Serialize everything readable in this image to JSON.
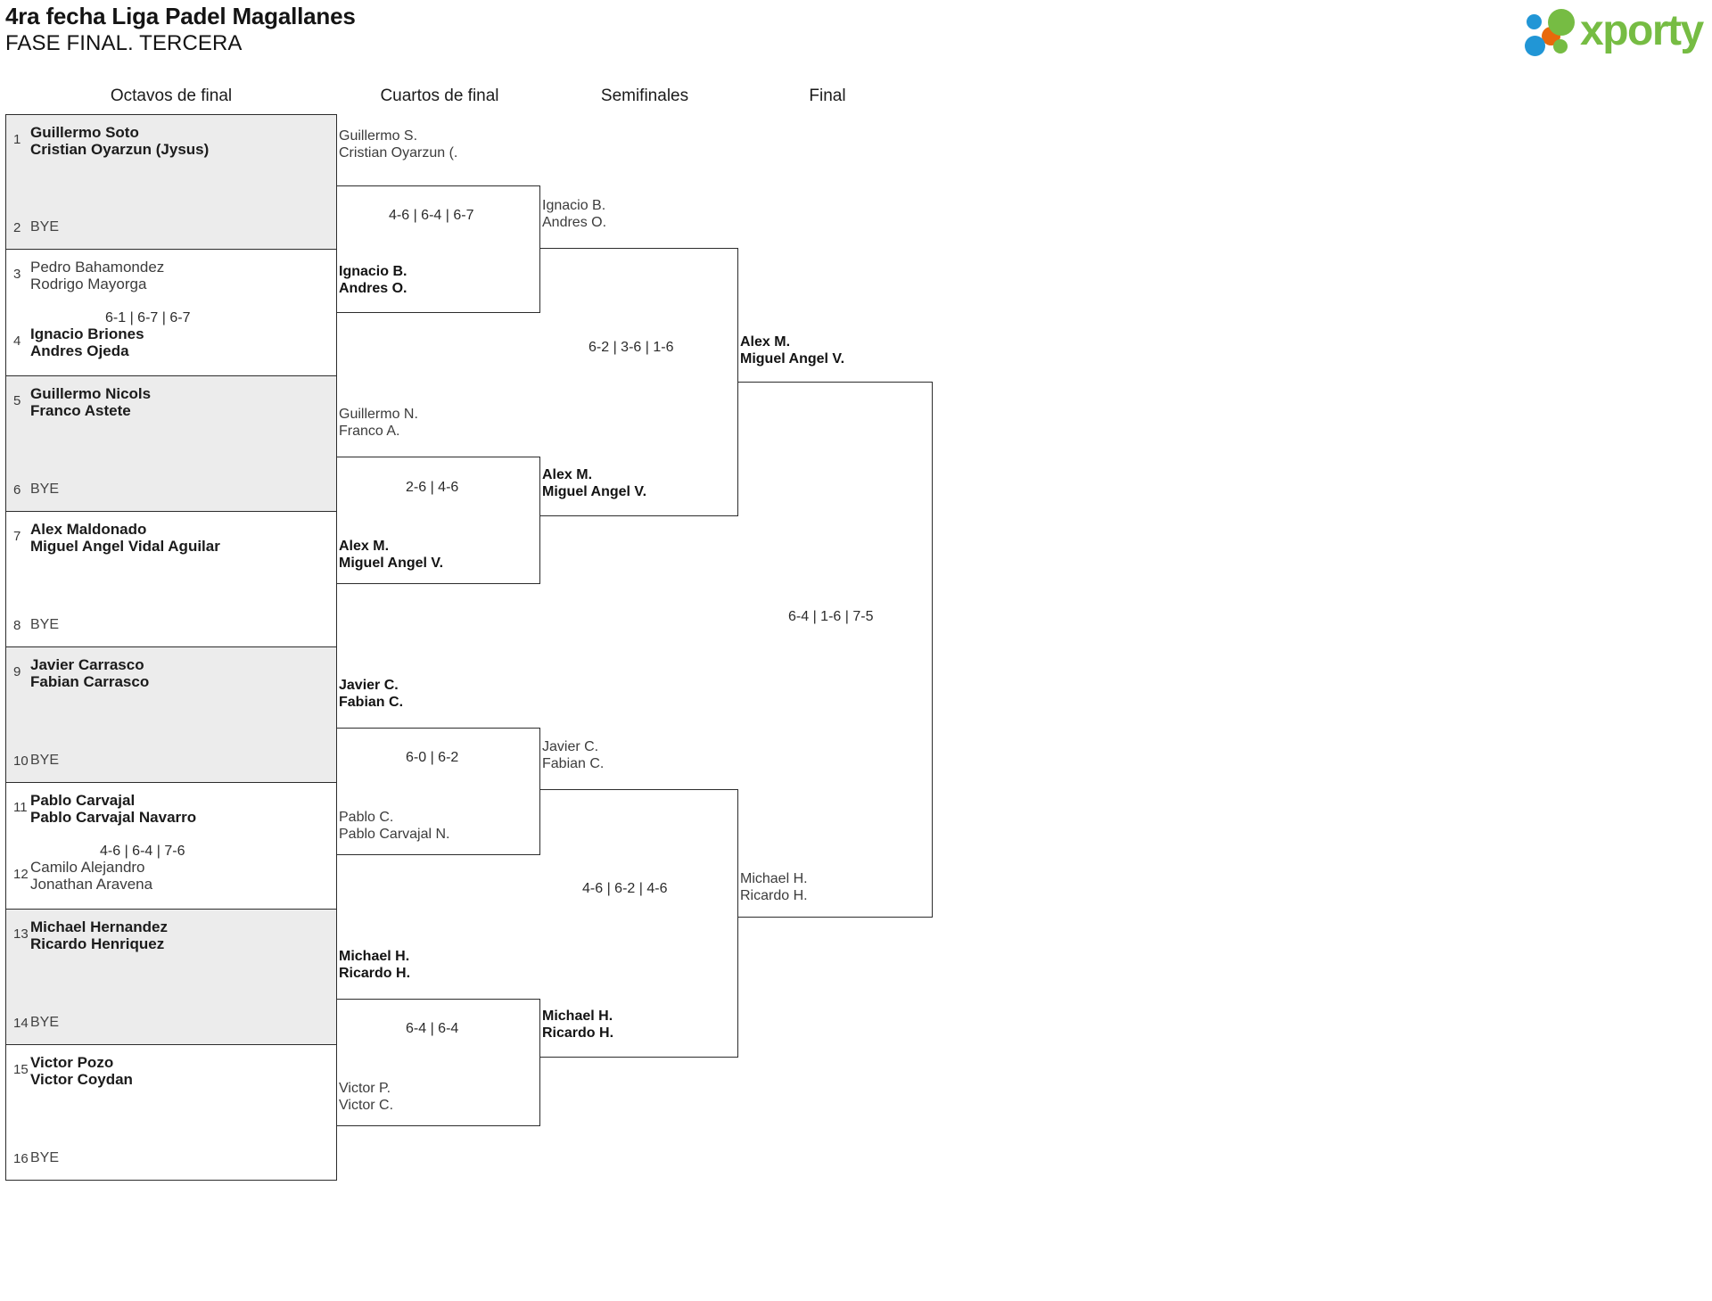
{
  "header": {
    "title_line1": "4ra fecha Liga Padel Magallanes",
    "title_line2": "FASE FINAL. TERCERA",
    "logo_text": "xporty",
    "logo_colors": {
      "green": "#76bc43",
      "orange": "#e8690b",
      "blue": "#2196d6"
    }
  },
  "rounds": [
    {
      "label": "Octavos de final"
    },
    {
      "label": "Cuartos de final"
    },
    {
      "label": "Semifinales"
    },
    {
      "label": "Final"
    }
  ],
  "bye_label": "BYE",
  "round1": {
    "seeds": [
      {
        "no": "1",
        "line1": "Guillermo Soto",
        "line2": "Cristian Oyarzun (Jysus)",
        "bye": false,
        "winner": true
      },
      {
        "no": "2",
        "line1": "BYE",
        "line2": "",
        "bye": true,
        "winner": false
      },
      {
        "no": "3",
        "line1": "Pedro Bahamondez",
        "line2": "Rodrigo Mayorga",
        "bye": false,
        "winner": false
      },
      {
        "no": "4",
        "line1": "Ignacio Briones",
        "line2": "Andres Ojeda",
        "bye": false,
        "winner": true
      },
      {
        "no": "5",
        "line1": "Guillermo Nicols",
        "line2": "Franco Astete",
        "bye": false,
        "winner": true
      },
      {
        "no": "6",
        "line1": "BYE",
        "line2": "",
        "bye": true,
        "winner": false
      },
      {
        "no": "7",
        "line1": "Alex Maldonado",
        "line2": "Miguel Angel Vidal Aguilar",
        "bye": false,
        "winner": true
      },
      {
        "no": "8",
        "line1": "BYE",
        "line2": "",
        "bye": true,
        "winner": false
      },
      {
        "no": "9",
        "line1": "Javier Carrasco",
        "line2": "Fabian Carrasco",
        "bye": false,
        "winner": true
      },
      {
        "no": "10",
        "line1": "BYE",
        "line2": "",
        "bye": true,
        "winner": false
      },
      {
        "no": "11",
        "line1": "Pablo Carvajal",
        "line2": "Pablo Carvajal Navarro",
        "bye": false,
        "winner": true
      },
      {
        "no": "12",
        "line1": "Camilo Alejandro",
        "line2": "Jonathan Aravena",
        "bye": false,
        "winner": false
      },
      {
        "no": "13",
        "line1": "Michael Hernandez",
        "line2": "Ricardo Henriquez",
        "bye": false,
        "winner": true
      },
      {
        "no": "14",
        "line1": "BYE",
        "line2": "",
        "bye": true,
        "winner": false
      },
      {
        "no": "15",
        "line1": "Victor Pozo",
        "line2": "Victor Coydan",
        "bye": false,
        "winner": true
      },
      {
        "no": "16",
        "line1": "BYE",
        "line2": "",
        "bye": true,
        "winner": false
      }
    ],
    "scores": [
      {
        "id": "m2",
        "text": "6-1 | 6-7 | 6-7"
      },
      {
        "id": "m6",
        "text": "4-6 | 6-4 | 7-6"
      }
    ]
  },
  "round2": {
    "matches": [
      {
        "top": {
          "line1": "Guillermo S.",
          "line2": "Cristian Oyarzun (.",
          "winner": false
        },
        "bottom": {
          "line1": "Ignacio B.",
          "line2": "Andres O.",
          "winner": true
        },
        "score": "4-6 | 6-4 | 6-7"
      },
      {
        "top": {
          "line1": "Guillermo N.",
          "line2": "Franco A.",
          "winner": false
        },
        "bottom": {
          "line1": "Alex M.",
          "line2": "Miguel Angel V.",
          "winner": true
        },
        "score": "2-6 | 4-6"
      },
      {
        "top": {
          "line1": "Javier C.",
          "line2": "Fabian C.",
          "winner": true
        },
        "bottom": {
          "line1": "Pablo C.",
          "line2": "Pablo Carvajal N.",
          "winner": false
        },
        "score": "6-0 | 6-2"
      },
      {
        "top": {
          "line1": "Michael H.",
          "line2": "Ricardo H.",
          "winner": true
        },
        "bottom": {
          "line1": "Victor P.",
          "line2": "Victor C.",
          "winner": false
        },
        "score": "6-4 | 6-4"
      }
    ]
  },
  "round3": {
    "matches": [
      {
        "top": {
          "line1": "Ignacio B.",
          "line2": "Andres O.",
          "winner": false
        },
        "bottom": {
          "line1": "Alex M.",
          "line2": "Miguel Angel V.",
          "winner": true
        },
        "score": "6-2 | 3-6 | 1-6"
      },
      {
        "top": {
          "line1": "Javier C.",
          "line2": "Fabian C.",
          "winner": false
        },
        "bottom": {
          "line1": "Michael H.",
          "line2": "Ricardo H.",
          "winner": true
        },
        "score": "4-6 | 6-2 | 4-6"
      }
    ]
  },
  "round4": {
    "matches": [
      {
        "top": {
          "line1": "Alex M.",
          "line2": "Miguel Angel V.",
          "winner": true
        },
        "bottom": {
          "line1": "Michael H.",
          "line2": "Ricardo H.",
          "winner": false
        },
        "score": "6-4 | 1-6 | 7-5"
      }
    ]
  }
}
